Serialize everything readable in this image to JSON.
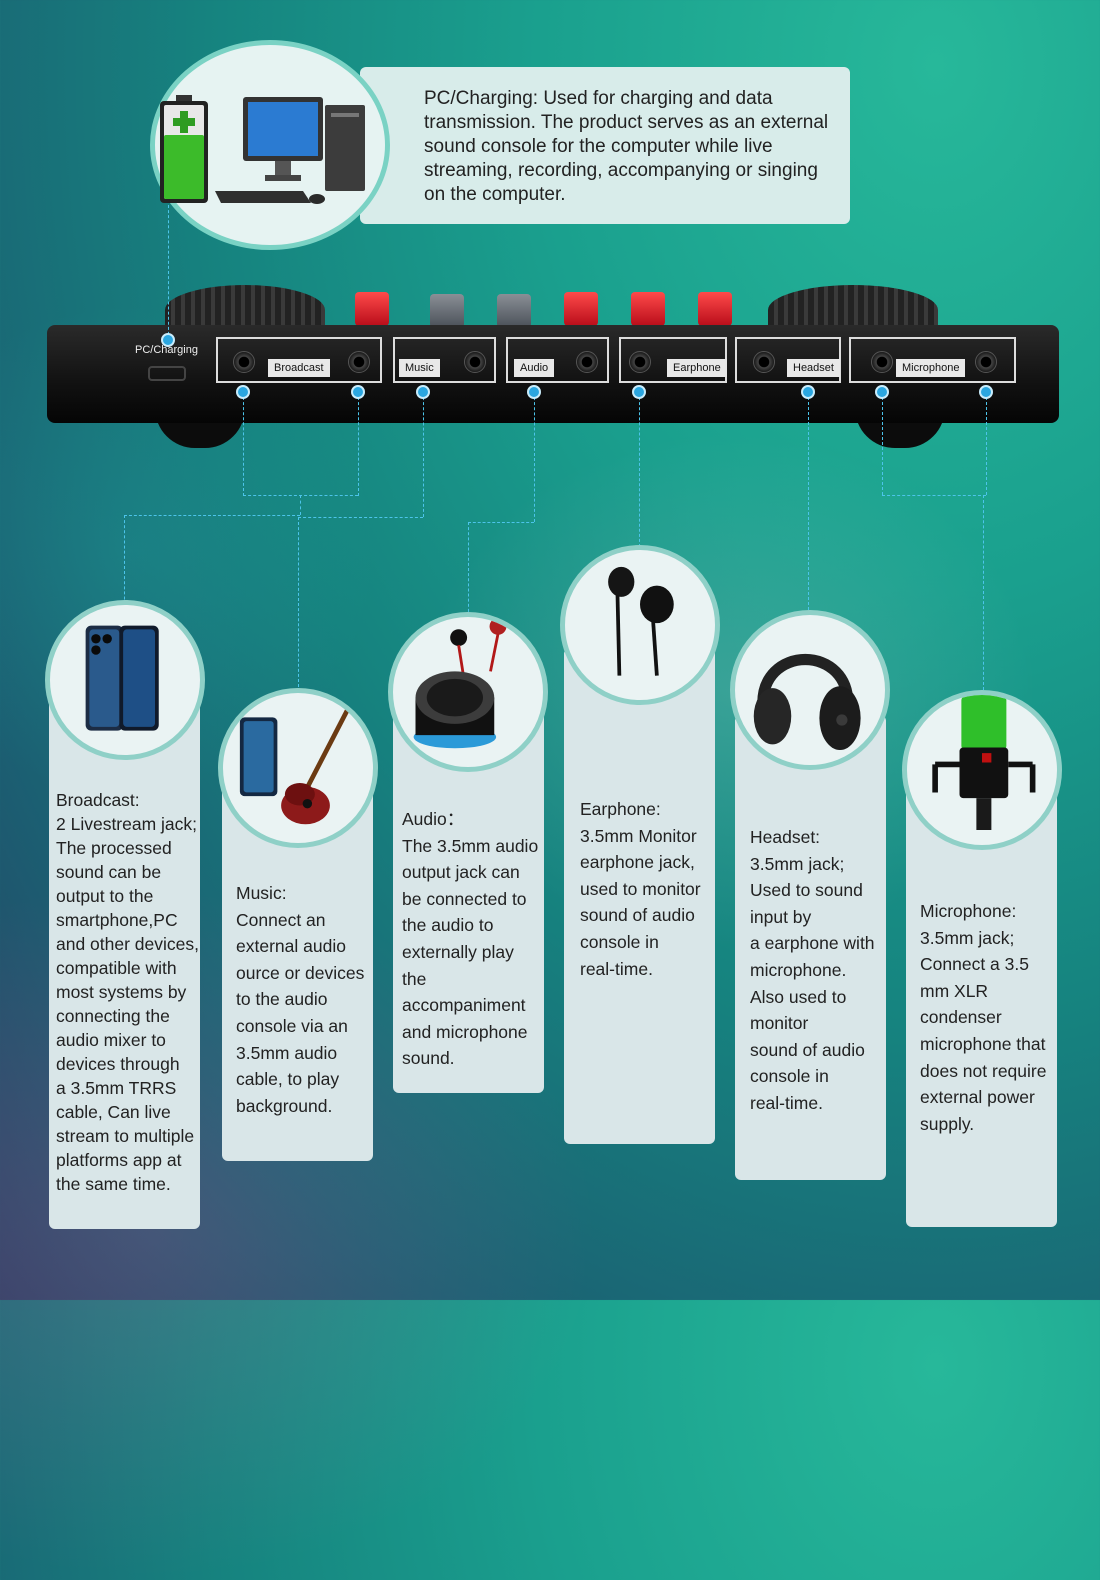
{
  "pc_charging": {
    "description": "PC/Charging: Used for charging and data transmission. The product serves as an external sound console for the computer while live streaming, recording, accompanying or singing on the computer."
  },
  "mixer": {
    "pc_label": "PC/Charging",
    "ports": {
      "broadcast": "Broadcast",
      "music": "Music",
      "audio": "Audio",
      "earphone": "Earphone",
      "headset": "Headset",
      "microphone": "Microphone"
    }
  },
  "cards": {
    "broadcast": "Broadcast:\n2 Livestream jack;\nThe processed\nsound can be\noutput to the\nsmartphone,PC\nand other devices,\ncompatible with\nmost systems by\nconnecting the\naudio mixer to\ndevices through\na 3.5mm TRRS\ncable, Can live\nstream to multiple\nplatforms app at\nthe same time.",
    "music": "Music:\nConnect an\nexternal audio\nource or devices\nto the audio\nconsole via an\n3.5mm audio\ncable, to play\nbackground.",
    "audio": "Audio：\nThe 3.5mm audio\noutput jack can\nbe connected to\nthe audio to\nexternally play the\naccompaniment\nand microphone\nsound.",
    "earphone": "Earphone:\n3.5mm Monitor\nearphone jack,\nused to monitor\nsound of audio\nconsole in\nreal-time.",
    "headset": "Headset:\n3.5mm jack;\nUsed to sound\ninput by\na earphone with\nmicrophone.\nAlso used to\nmonitor\nsound of audio\nconsole in\nreal-time.",
    "microphone": "Microphone:\n3.5mm jack;\nConnect a 3.5\nmm XLR\ncondenser\nmicrophone that\ndoes not require\nexternal power\nsupply."
  },
  "icons": {
    "battery": "battery-icon",
    "computer": "computer-icon",
    "phone": "smartphone-icon",
    "guitar": "guitar-icon",
    "speaker": "speaker-icon",
    "earbuds": "earbuds-icon",
    "headphones": "headphones-icon",
    "mic": "microphone-icon"
  },
  "colors": {
    "accent": "#2aa6e0",
    "card": "#d9e6e8",
    "bg": "#16837f"
  }
}
